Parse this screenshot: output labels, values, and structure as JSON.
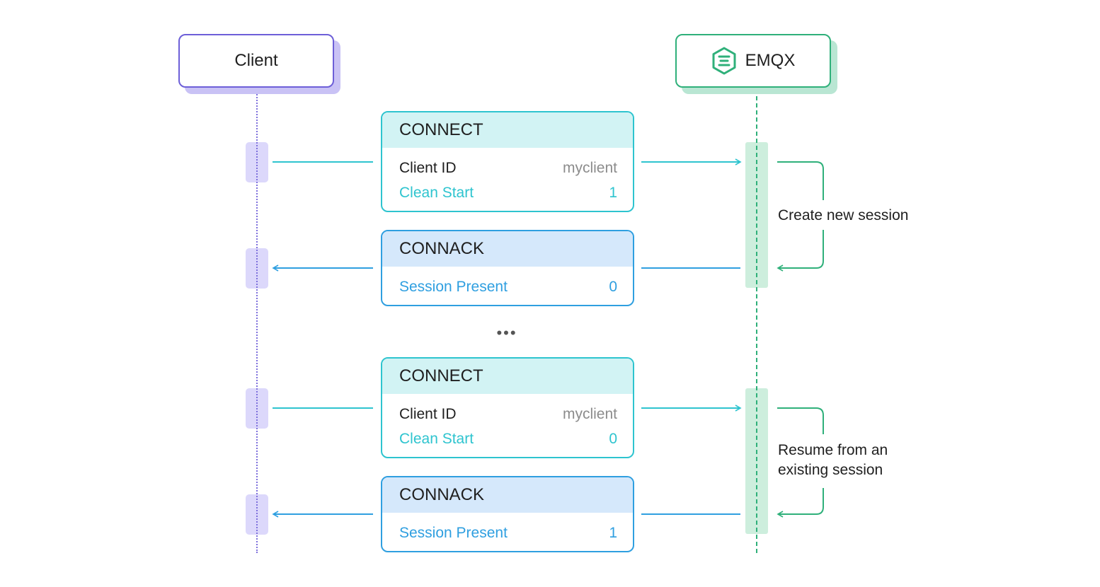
{
  "participants": {
    "client": {
      "label": "Client"
    },
    "broker": {
      "label": "EMQX",
      "icon": "emqx-logo-icon"
    }
  },
  "colors": {
    "client_accent": "#6d5fd8",
    "broker_accent": "#2fb07a",
    "connect_accent": "#2ec4cf",
    "connack_accent": "#2f9fe0"
  },
  "messages": [
    {
      "type": "CONNECT",
      "rows": [
        {
          "key": "Client ID",
          "value": "myclient"
        },
        {
          "key": "Clean Start",
          "value": "1"
        }
      ]
    },
    {
      "type": "CONNACK",
      "rows": [
        {
          "key": "Session Present",
          "value": "0"
        }
      ]
    },
    {
      "type": "CONNECT",
      "rows": [
        {
          "key": "Client ID",
          "value": "myclient"
        },
        {
          "key": "Clean Start",
          "value": "0"
        }
      ]
    },
    {
      "type": "CONNACK",
      "rows": [
        {
          "key": "Session Present",
          "value": "1"
        }
      ]
    }
  ],
  "ellipsis": "•••",
  "notes": [
    {
      "text": "Create new session"
    },
    {
      "text_line1": "Resume from an",
      "text_line2": "existing session"
    }
  ]
}
